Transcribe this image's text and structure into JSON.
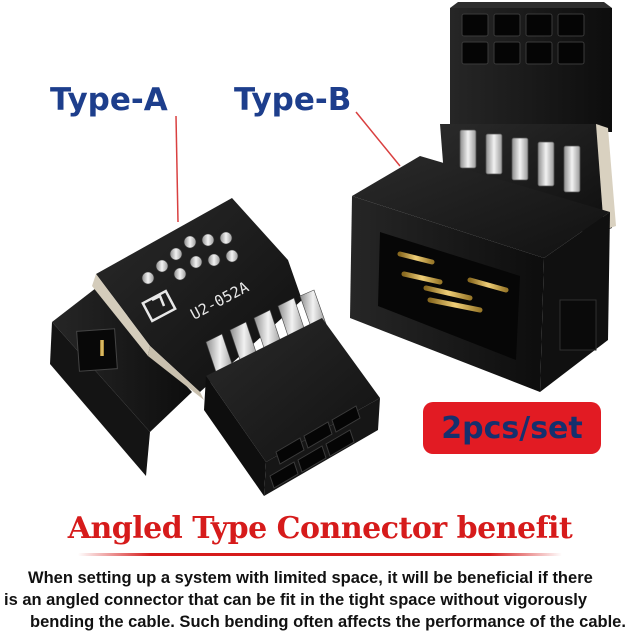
{
  "labels": {
    "type_a": "Type-A",
    "type_b": "Type-B"
  },
  "product": {
    "pcb_marking": "U2-052A",
    "logo_glyph": "⬔"
  },
  "badge": {
    "text": "2pcs/set",
    "color": "#e21b23"
  },
  "heading": {
    "text": "Angled Type Connector benefit",
    "color": "#d61b1b"
  },
  "description": {
    "lines": [
      "When setting up a system with limited space, it will be beneficial if there",
      "is an angled connector that can be fit in the tight space without vigorously",
      "bending the cable. Such bending often affects the performance of the cable."
    ]
  },
  "colors": {
    "label_blue": "#1d3e8c",
    "pcb_black": "#151515",
    "housing_black": "#1c1c1c",
    "pin_gold": "#c9a24a",
    "pin_silver": "#cfcfcf"
  }
}
